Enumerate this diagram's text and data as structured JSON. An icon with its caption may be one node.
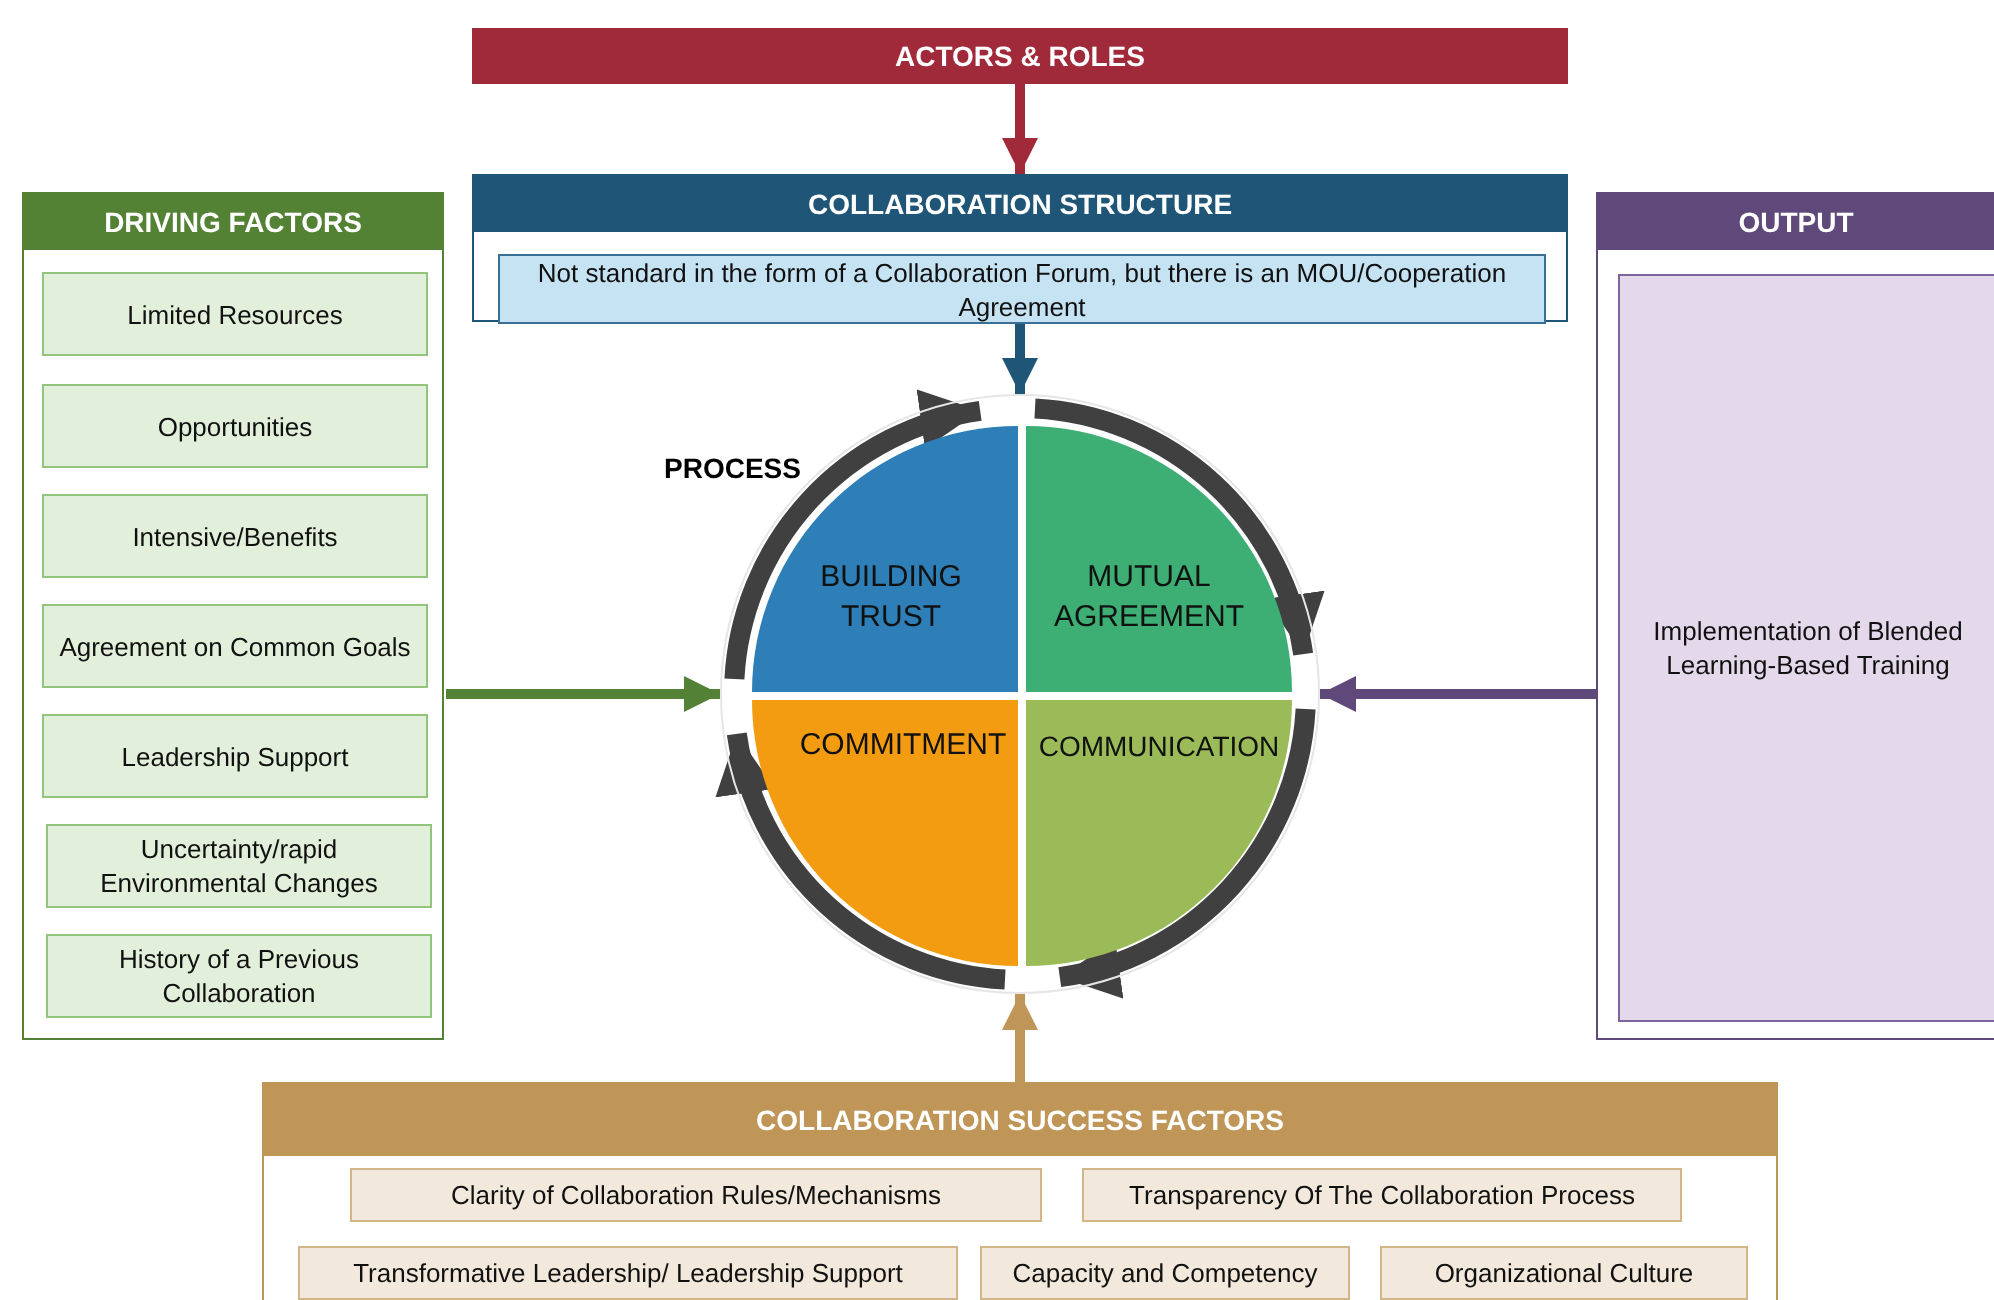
{
  "diagram": {
    "nodes": [
      {
        "text": [
          "ACTORS & ROLES"
        ]
      },
      {
        "text": [
          "COLLABORATION STRUCTURE"
        ]
      },
      {
        "text": [
          "Not standard in the form of a Collaboration Forum, but there is an MOU/Cooperation Agreement"
        ],
        "in": 1
      },
      {
        "text": [
          "DRIVING FACTORS"
        ]
      },
      {
        "text": [
          "Limited Resources"
        ],
        "in": 3
      },
      {
        "text": [
          "Opportunities"
        ],
        "in": 3
      },
      {
        "text": [
          "Intensive/Benefits"
        ],
        "in": 3
      },
      {
        "text": [
          "Agreement on Common Goals"
        ],
        "in": 3
      },
      {
        "text": [
          "Leadership Support"
        ],
        "in": 3
      },
      {
        "text": [
          "Uncertainty/rapid Environmental Changes"
        ],
        "in": 3
      },
      {
        "text": [
          "History of a Previous Collaboration"
        ],
        "in": 3
      },
      {
        "text": [],
        "shape": "circle",
        "beside": [
          "PROCESS"
        ]
      },
      {
        "text": [
          "BUILDING TRUST"
        ],
        "in": 11
      },
      {
        "text": [
          "MUTUAL AGREEMENT"
        ],
        "in": 11
      },
      {
        "text": [
          "COMMITMENT"
        ],
        "in": 11
      },
      {
        "text": [
          "COMMUNICATION"
        ],
        "in": 11
      },
      {
        "text": [
          "OUTPUT"
        ]
      },
      {
        "text": [
          "Implementation of Blended Learning-Based Training"
        ],
        "in": 16
      },
      {
        "text": [
          "COLLABORATION SUCCESS FACTORS"
        ]
      },
      {
        "text": [
          "Clarity of Collaboration Rules/Mechanisms"
        ],
        "in": 18
      },
      {
        "text": [
          "Transparency Of The Collaboration Process"
        ],
        "in": 18
      },
      {
        "text": [
          "Transformative Leadership/ Leadership Support"
        ],
        "in": 18
      },
      {
        "text": [
          "Capacity and Competency"
        ],
        "in": 18
      },
      {
        "text": [
          "Organizational Culture"
        ],
        "in": 18
      }
    ],
    "edges": [
      {
        "from": 0,
        "to": 1,
        "arrow": "to",
        "color": "#a0293a"
      },
      {
        "from": 1,
        "to": 11,
        "arrow": "to",
        "color": "#1f5576"
      },
      {
        "from": 3,
        "to": 11,
        "arrow": "to",
        "color": "#538135"
      },
      {
        "from": 16,
        "to": 11,
        "arrow": "to",
        "color": "#5f497a"
      },
      {
        "from": 18,
        "to": 11,
        "arrow": "to",
        "color": "#bf9657"
      },
      {
        "from": 12,
        "to": 13,
        "arrow": "to",
        "style": "thick"
      },
      {
        "from": 13,
        "to": 15,
        "arrow": "to",
        "style": "thick"
      },
      {
        "from": 15,
        "to": 14,
        "arrow": "to",
        "style": "thick"
      },
      {
        "from": 14,
        "to": 12,
        "arrow": "to",
        "style": "thick"
      }
    ]
  }
}
